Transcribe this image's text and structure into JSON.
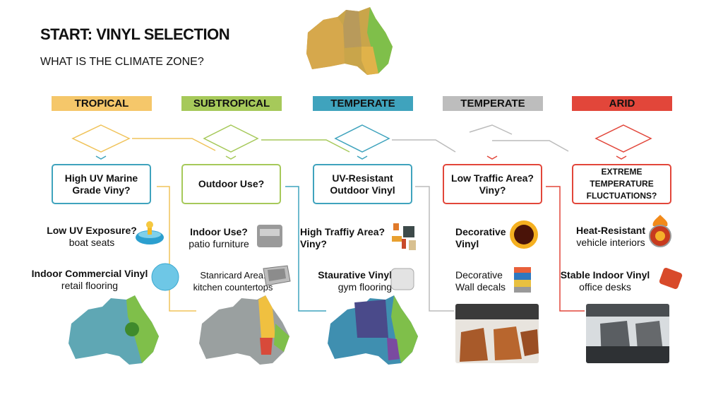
{
  "title": "START: VINYL SELECTION",
  "question": "WHAT IS THE CLIMATE ZONE?",
  "columns": [
    {
      "header": "TROPICAL",
      "color": "#f5c76a",
      "box": "High UV Marine Grade Viny?",
      "item1_title": "Low UV Exposure?",
      "item1_sub": "boat seats",
      "item2_title": "Indoor Commercial Vinyl",
      "item2_sub": "retail flooring"
    },
    {
      "header": "SUBTROPICAL",
      "color": "#a6c95a",
      "box": "Outdoor Use?",
      "item1_title": "Indoor Use?",
      "item1_sub": "patio furniture",
      "item2_title": "Stanricard Area:",
      "item2_sub": "kitchen countertops"
    },
    {
      "header": "TEMPERATE",
      "color": "#3fa3bd",
      "box": "UV-Resistant Outdoor Vinyl",
      "item1_title": "High Traffiy Area? Viny?",
      "item1_sub": "",
      "item2_title": "Staurative Vinyl",
      "item2_sub": "gym flooring"
    },
    {
      "header": "TEMPERATE",
      "color": "#bdbdbd",
      "box": "Low Traffic Area? Viny?",
      "item1_title": "Decorative Vinyl",
      "item1_sub": "",
      "item2_title": "Decorative",
      "item2_sub": "Wall decals"
    },
    {
      "header": "ARID",
      "color": "#e2463a",
      "box": "EXTREME TEMPERATURE FLUCTUATIONS?",
      "item1_title": "Heat-Resistant",
      "item1_sub": "vehicle interiors",
      "item2_title": "Stable Indoor Vinyl",
      "item2_sub": "office desks"
    }
  ]
}
